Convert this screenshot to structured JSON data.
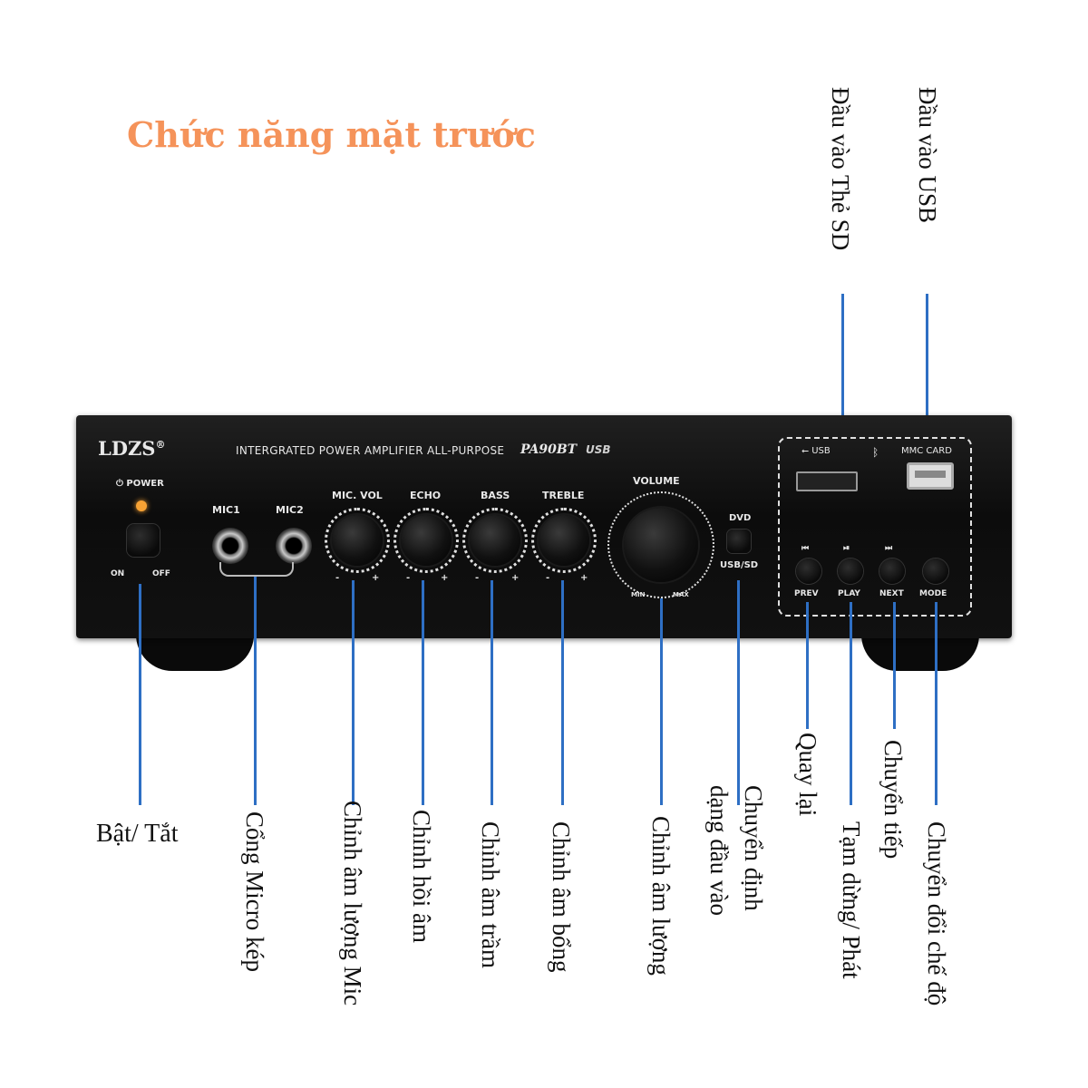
{
  "title": "Chức năng mặt trước",
  "device": {
    "brand": "LDZS",
    "brand_mark": "®",
    "model_text": "INTERGRATED POWER AMPLIFIER ALL-PURPOSE",
    "model": "PA90BT",
    "usb_logo": "USB",
    "power_label": "⏻ POWER",
    "power_on": "ON",
    "power_off": "OFF",
    "mic1": "MIC1",
    "mic2": "MIC2",
    "knobs": [
      "MIC. VOL",
      "ECHO",
      "BASS",
      "TREBLE"
    ],
    "minus": "-",
    "plus": "+",
    "volume": "VOLUME",
    "vol_min": "MIN",
    "vol_max": "MAX",
    "dvd": "DVD",
    "usb_sd": "USB/SD",
    "usb_label": "USB",
    "mmc_card": "MMC CARD",
    "buttons": [
      "PREV",
      "PLAY",
      "NEXT",
      "MODE"
    ],
    "button_icons": [
      "⏮",
      "⏯",
      "⏭"
    ]
  },
  "callouts": {
    "sd_input": "Đầu vào Thẻ SD",
    "usb_input": "Đầu vào USB",
    "power": "Bật/ Tắt",
    "mic_port": "Cổng Micro kép",
    "mic_vol": "Chỉnh âm lượng Mic",
    "echo": "Chỉnh hồi âm",
    "bass": "Chỉnh âm trầm",
    "treble": "Chỉnh âm bổng",
    "volume": "Chỉnh âm lượng",
    "input_mode": "Chuyển định dạng đầu vào",
    "prev": "Quay lại",
    "play": "Tạm dừng/ Phát",
    "next": "Chuyển tiếp",
    "mode": "Chuyển đổi chế độ"
  },
  "colors": {
    "title": "#f5935a",
    "line": "#2e6fc4",
    "device": "#111111"
  }
}
